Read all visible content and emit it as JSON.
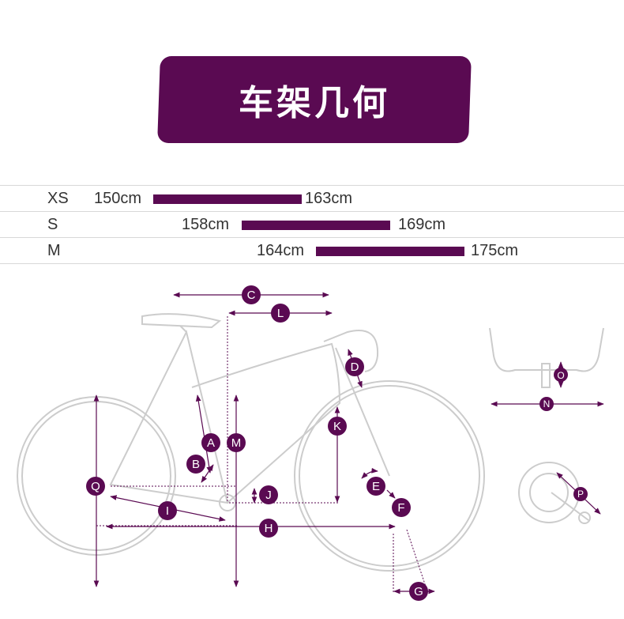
{
  "title": "车架几何",
  "sizes": [
    {
      "label": "XS",
      "min": "150cm",
      "max": "163cm"
    },
    {
      "label": "S",
      "min": "158cm",
      "max": "169cm"
    },
    {
      "label": "M",
      "min": "164cm",
      "max": "175cm"
    }
  ],
  "dimension_labels": [
    "A",
    "B",
    "C",
    "D",
    "E",
    "F",
    "G",
    "H",
    "I",
    "J",
    "K",
    "L",
    "M",
    "N",
    "O",
    "P",
    "Q"
  ],
  "colors": {
    "accent": "#5a0a52",
    "outline": "#cccccc",
    "table_line": "#d8d8d8"
  }
}
